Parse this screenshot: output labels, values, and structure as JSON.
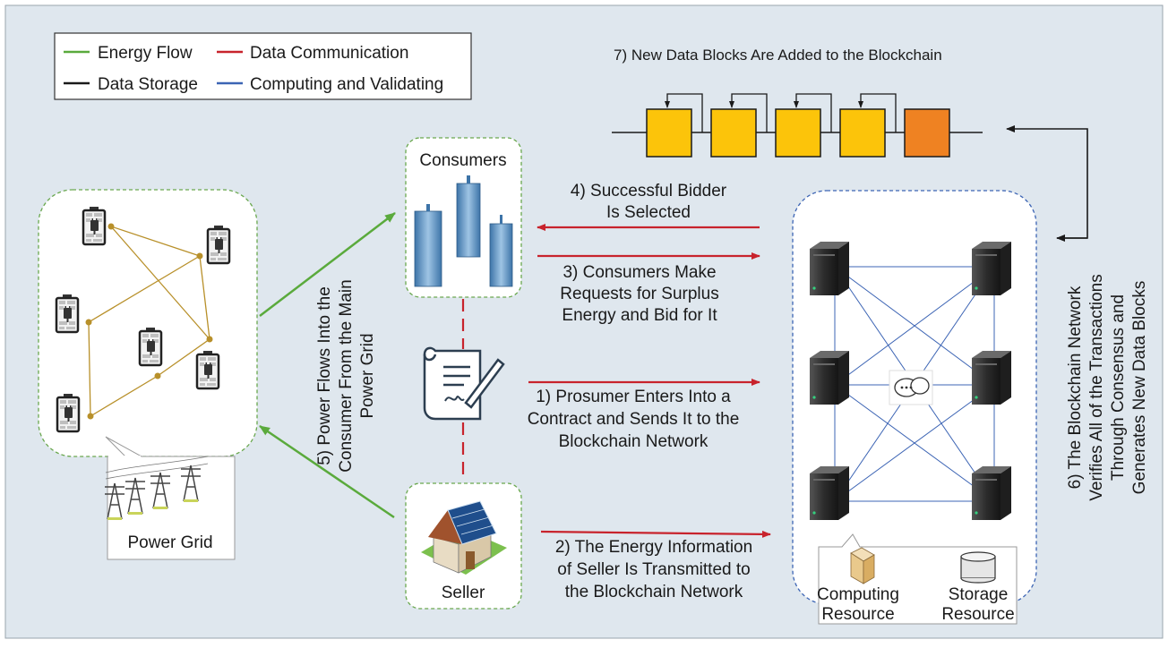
{
  "legend": {
    "items": [
      {
        "label": "Energy Flow",
        "color": "#5aaa3c"
      },
      {
        "label": "Data Communication",
        "color": "#c8232c"
      },
      {
        "label": "Data Storage",
        "color": "#1a1a1a"
      },
      {
        "label": "Computing and Validating",
        "color": "#3c64b4"
      }
    ]
  },
  "blockchain": {
    "caption": "7) New Data Blocks Are Added to the Blockchain",
    "block_color": "#fcc40a",
    "new_block_color": "#ef8222"
  },
  "nodes": {
    "consumers_label": "Consumers",
    "seller_label": "Seller",
    "power_grid_label": "Power Grid",
    "computing_resource": [
      "Computing",
      "Resource"
    ],
    "storage_resource": [
      "Storage",
      "Resource"
    ]
  },
  "steps": {
    "step4": [
      "4) Successful Bidder",
      "Is Selected"
    ],
    "step3": [
      "3) Consumers Make",
      "Requests for Surplus",
      "Energy and Bid for It"
    ],
    "step1": [
      "1) Prosumer Enters Into a",
      "Contract and Sends It to the",
      "Blockchain Network"
    ],
    "step2": [
      "2) The Energy Information",
      "of Seller Is Transmitted to",
      "the Blockchain Network"
    ],
    "step5": [
      "5) Power Flows Into the",
      "Consumer From the Main",
      "Power Grid"
    ],
    "step6": [
      "6) The Blockchain Network",
      "Verifies All of the Transactions",
      "Through Consensus and",
      "Generates New Data Blocks"
    ]
  }
}
